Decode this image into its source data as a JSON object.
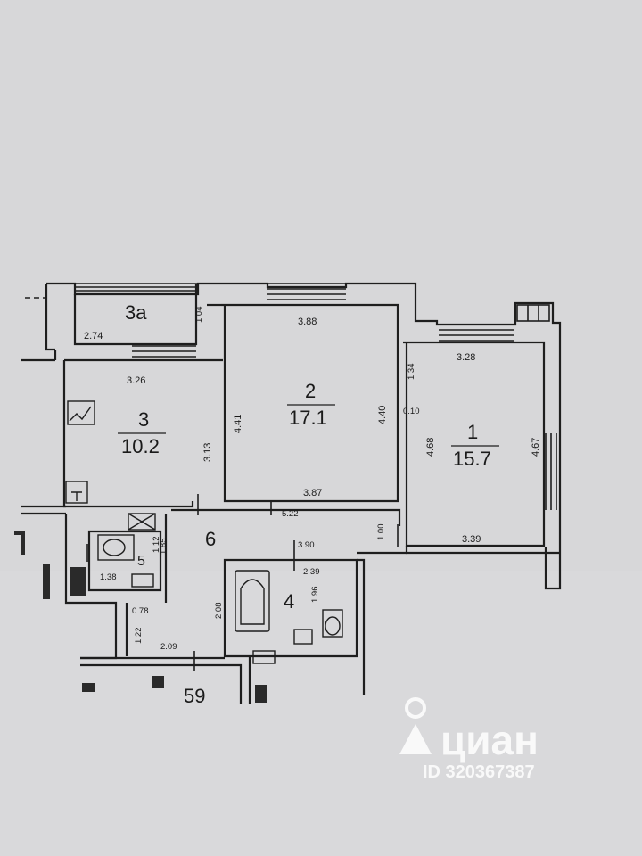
{
  "plan": {
    "rooms": [
      {
        "id": "1",
        "number": "1",
        "area": "15.7"
      },
      {
        "id": "2",
        "number": "2",
        "area": "17.1"
      },
      {
        "id": "3",
        "number": "3",
        "area": "10.2"
      },
      {
        "id": "3a",
        "number": "3а"
      },
      {
        "id": "4",
        "number": "4"
      },
      {
        "id": "5",
        "number": "5"
      },
      {
        "id": "6",
        "number": "6"
      }
    ],
    "dimensions": {
      "r3a_width": "2.74",
      "r3a_depth": "1.04",
      "r3_top": "3.26",
      "r3_side": "3.13",
      "r2_top": "3.88",
      "r2_left": "4.41",
      "r2_right": "4.40",
      "r2_bottom": "3.87",
      "hall_522": "5.22",
      "r1_top": "3.28",
      "r1_134": "1.34",
      "r1_010": "0.10",
      "r1_left": "4.68",
      "r1_right": "4.67",
      "r1_bottom": "3.39",
      "r1_100": "1.00",
      "r4_390": "3.90",
      "r4_239": "2.39",
      "r4_208": "2.08",
      "r4_196": "1.96",
      "r5_112": "1.12",
      "r5_185": "1.85",
      "r5_138": "1.38",
      "c_078": "0.78",
      "c_122": "1.22",
      "c_209": "2.09"
    },
    "building_number": "59"
  },
  "watermark": {
    "brand": "циан",
    "id_text": "ID 320367387"
  }
}
